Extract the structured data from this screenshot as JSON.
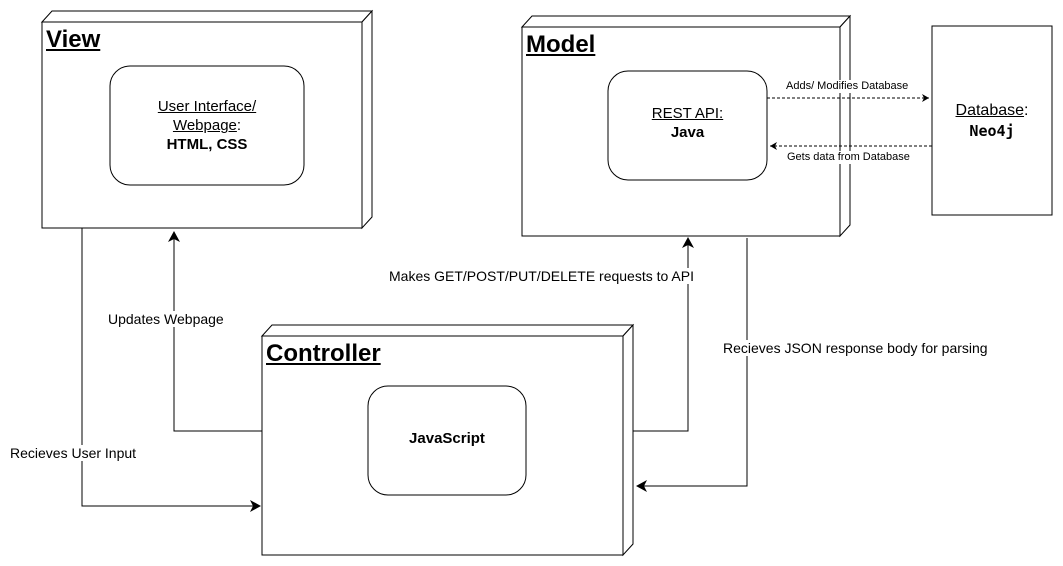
{
  "view": {
    "title": "View",
    "inner_line1": "User Interface/",
    "inner_line2": "Webpage",
    "inner_colon": ":",
    "inner_tech": "HTML, CSS"
  },
  "model": {
    "title": "Model",
    "inner_line1": "REST API:",
    "inner_tech": "Java"
  },
  "controller": {
    "title": "Controller",
    "inner_tech": "JavaScript"
  },
  "database": {
    "label": "Database",
    "colon": ":",
    "name": "Neo4j"
  },
  "edges": {
    "updates_webpage": "Updates Webpage",
    "recieves_user_input": "Recieves User Input",
    "makes_requests": "Makes GET/POST/PUT/DELETE requests to API",
    "recieves_json": "Recieves JSON response body for parsing",
    "adds_modifies": "Adds/ Modifies Database",
    "gets_data": "Gets data from Database"
  }
}
